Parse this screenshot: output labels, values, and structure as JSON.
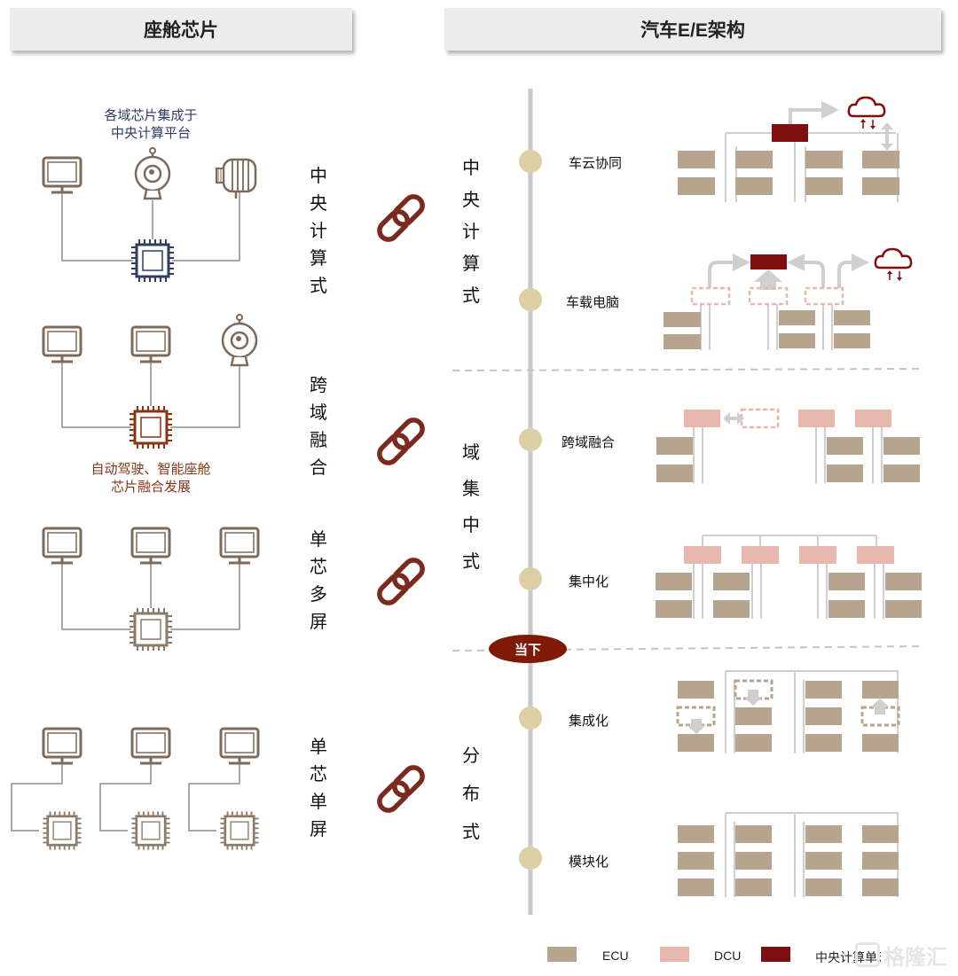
{
  "header": {
    "left_title": "座舱芯片",
    "right_title": "汽车E/E架构"
  },
  "cockpit": {
    "caption_top_line1": "各域芯片集成于",
    "caption_top_line2": "中央计算平台",
    "caption_mid_line1": "自动驾驶、智能座舱",
    "caption_mid_line2": "芯片融合发展",
    "stages": [
      {
        "label": "中央计算式"
      },
      {
        "label": "跨域融合"
      },
      {
        "label": "单芯多屏"
      },
      {
        "label": "单芯单屏"
      }
    ]
  },
  "ee_arch": {
    "phases": [
      {
        "label": "中央计算式"
      },
      {
        "label": "域集中式"
      },
      {
        "label": "分布式"
      }
    ],
    "stages": [
      {
        "label": "车云协同"
      },
      {
        "label": "车载电脑"
      },
      {
        "label": "跨域融合"
      },
      {
        "label": "集中化"
      },
      {
        "label": "集成化"
      },
      {
        "label": "模块化"
      }
    ],
    "current_marker": "当下"
  },
  "legend": [
    {
      "label": "ECU",
      "color": "#b6a48f"
    },
    {
      "label": "DCU",
      "color": "#e8b8ae"
    },
    {
      "label": "中央计算单元",
      "color": "#7f0f0f"
    }
  ],
  "watermark": "格隆汇",
  "colors": {
    "device": "#7d6a5a",
    "chip_navy": "#2f3d63",
    "chip_red": "#8a3416",
    "chip_tan": "#8e7a68",
    "link": "#7a2a1e",
    "caption_top": "#2f3d63",
    "caption_mid": "#8a3416",
    "timeline": "#c9c9c9",
    "dot": "#dccfa4",
    "ecu": "#b6a48f",
    "dcu": "#e8b8ae",
    "central": "#7f0f0f",
    "line": "#cfcfcf"
  }
}
